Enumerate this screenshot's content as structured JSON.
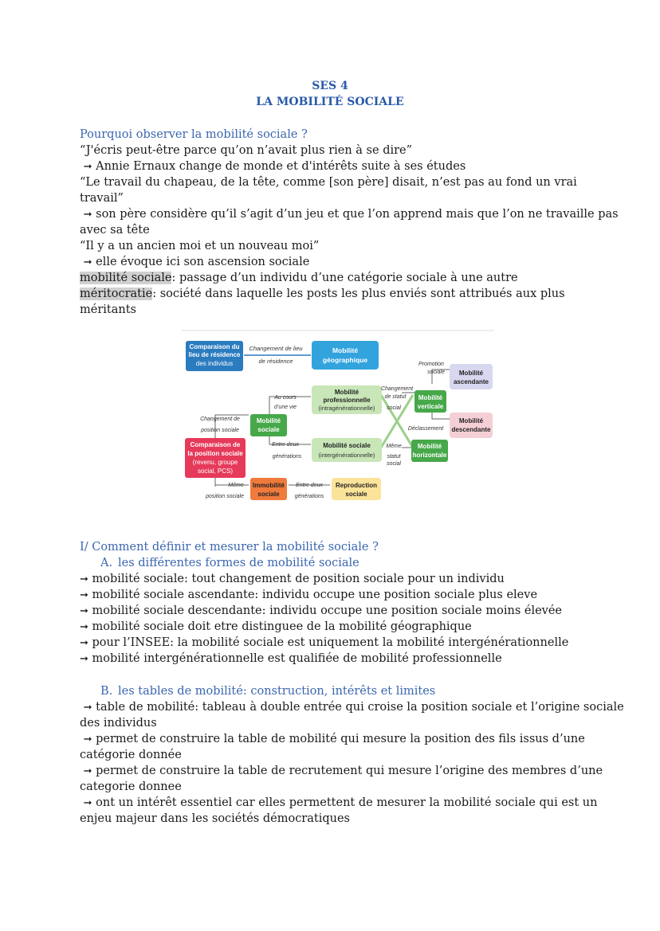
{
  "header": {
    "line1": "SES 4",
    "line2": "LA MOBILITÉ SOCIALE"
  },
  "intro": {
    "heading": "Pourquoi observer la mobilité sociale ?",
    "lines": [
      "“J'écris peut-être parce qu’on n’avait plus rien à se dire”",
      "Annie Ernaux change de monde et d'intérêts suite à ses études",
      "“Le travail du chapeau, de la tête, comme [son père] disait, n’est pas au fond un vrai",
      "travail”",
      "son père considère qu’il s’agit d’un jeu et que l’on apprend mais que l’on ne travaille pas",
      "avec sa tête",
      "“Il y a un ancien moi et un nouveau moi”",
      "elle évoque ici son ascension sociale"
    ],
    "def1_term": "mobilité sociale",
    "def1_text": ": passage d’un individu d’une catégorie sociale à une autre",
    "def2_term": "méritocratie",
    "def2_text": ": société dans laquelle les posts les plus enviés sont attribués aux plus",
    "def2_cont": "méritants"
  },
  "diagram": {
    "box_residence": [
      "Comparaison du",
      "lieu de résidence",
      "des individus"
    ],
    "lbl_changement_lieu": [
      "Changement de lieu",
      "de résidence"
    ],
    "box_geo": [
      "Mobilité",
      "géographique"
    ],
    "lbl_promotion": [
      "Promotion",
      "sociale"
    ],
    "box_ascendante": [
      "Mobilité",
      "ascendante"
    ],
    "lbl_cours_vie": [
      "Au cours",
      "d’une vie"
    ],
    "box_pro": [
      "Mobilité",
      "professionnelle",
      "(intragénérationnelle)"
    ],
    "lbl_changement_statut": [
      "Changement",
      "de statut",
      "social"
    ],
    "box_verticale": [
      "Mobilité",
      "verticale"
    ],
    "lbl_changement_position": [
      "Changement de",
      "position sociale"
    ],
    "box_mob_sociale": [
      "Mobilité",
      "sociale"
    ],
    "box_descendante": [
      "Mobilité",
      "descendante"
    ],
    "lbl_declassement": "Déclassement",
    "box_comparaison": [
      "Comparaison de",
      "la position sociale",
      "(revenu, groupe",
      "social, PCS)"
    ],
    "lbl_entre_deux": [
      "Entre deux",
      "générations"
    ],
    "box_interg": [
      "Mobilité sociale",
      "(intergénérationnelle)"
    ],
    "lbl_meme_statut": [
      "Même",
      "statut",
      "social"
    ],
    "box_horizontale": [
      "Mobilité",
      "horizontale"
    ],
    "lbl_meme_position": [
      "Même",
      "position sociale"
    ],
    "box_immobilite": [
      "Immobilité",
      "sociale"
    ],
    "lbl_entre_deux2": [
      "Entre deux",
      "générations"
    ],
    "box_reproduction": [
      "Reproduction",
      "sociale"
    ]
  },
  "section1": {
    "heading": "I/ Comment définir et mesurer la mobilité sociale ?",
    "a_letter": "A.",
    "a_title": "les différentes formes de mobilité sociale",
    "a_lines": [
      "mobilité sociale: tout changement de position sociale pour un individu",
      "mobilité sociale ascendante: individu occupe une position sociale plus eleve",
      "mobilité sociale descendante: individu occupe une position sociale moins élevée",
      "mobilité sociale doit etre distinguee de la mobilité géographique",
      "pour l’INSEE: la mobilité sociale est uniquement la mobilité intergénérationnelle",
      "mobilité intergénérationnelle est qualifiée de mobilité professionnelle"
    ],
    "b_letter": "B.",
    "b_title": "les tables de mobilité: construction, intérêts et limites",
    "b_lines": [
      "table de mobilité: tableau à double entrée qui croise la position sociale et l’origine sociale",
      "des individus",
      "permet de construire la table de mobilité qui mesure la position des fils issus d’une",
      "catégorie donnée",
      "permet de construire la table de recrutement qui mesure l’origine des membres d’une",
      "categorie donnee",
      "ont un intérêt essentiel car elles permettent de mesurer la mobilité sociale qui est un",
      "enjeu majeur dans les sociétés démocratiques"
    ]
  },
  "arrow_glyph": "➞",
  "colors": {
    "heading_blue": "#3a66b0",
    "highlight": "#d0d0d0"
  }
}
